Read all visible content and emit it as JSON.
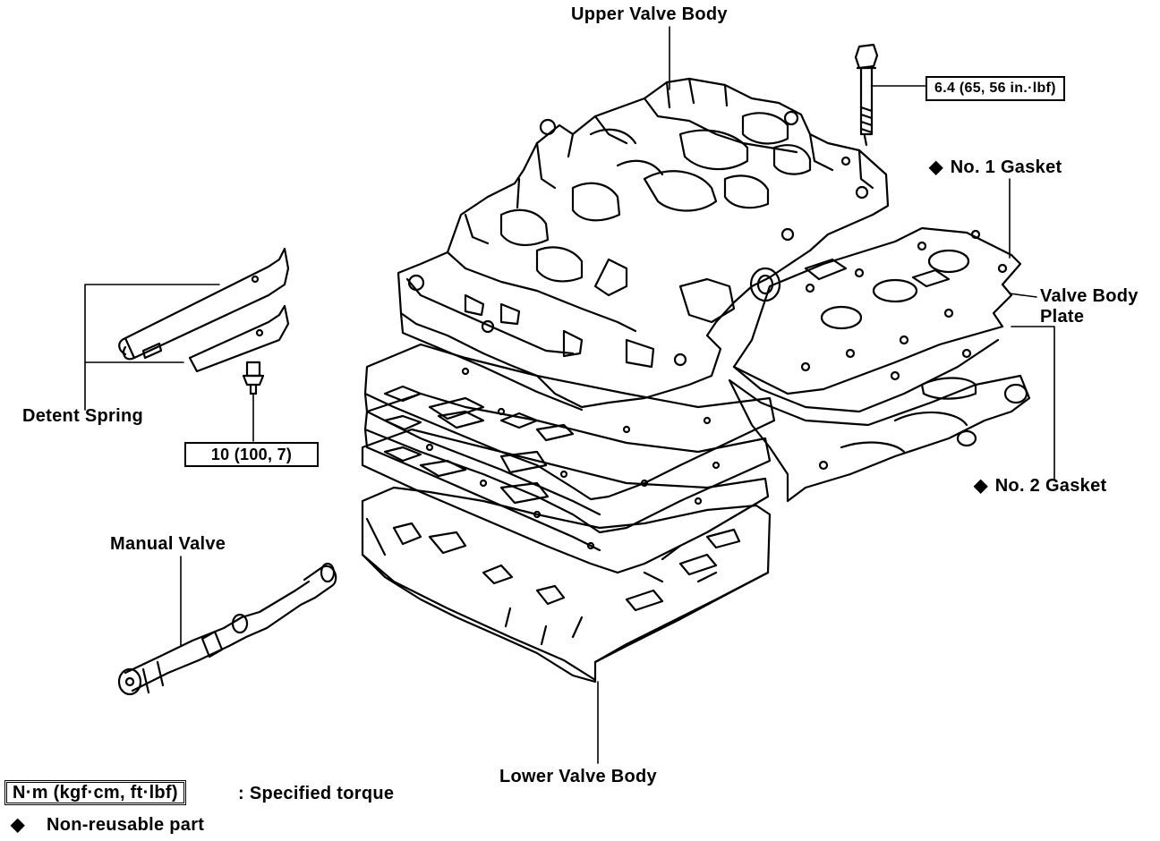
{
  "labels": {
    "upper_valve_body": "Upper Valve Body",
    "torque_bolt": "6.4 (65, 56 in.·lbf)",
    "gasket1": "No. 1 Gasket",
    "valve_body_plate_line1": "Valve Body",
    "valve_body_plate_line2": "Plate",
    "gasket2": "No. 2 Gasket",
    "detent_spring": "Detent Spring",
    "torque_detent": "10 (100, 7)",
    "manual_valve": "Manual Valve",
    "lower_valve_body": "Lower Valve Body"
  },
  "legend": {
    "torque_unit_box": "N·m (kgf·cm, ft·lbf)",
    "torque_desc": ": Specified torque",
    "nonreusable_symbol": "◆",
    "nonreusable_desc": "Non-reusable part"
  },
  "symbols": {
    "diamond": "◆"
  }
}
